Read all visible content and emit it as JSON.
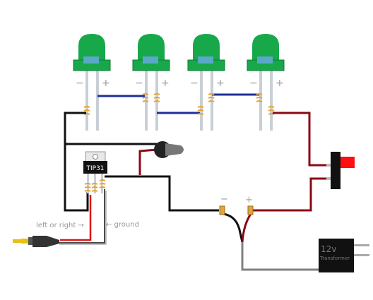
{
  "leds": [
    {
      "minus": "−",
      "plus": "+"
    },
    {
      "minus": "−",
      "plus": "+"
    },
    {
      "minus": "−",
      "plus": "+"
    },
    {
      "minus": "−",
      "plus": "+"
    }
  ],
  "transistor": {
    "label": "TIP31"
  },
  "labels": {
    "left_or_right": "left or right →",
    "ground": "← ground",
    "terminal_minus": "−",
    "terminal_plus": "+"
  },
  "transformer": {
    "voltage": "12v",
    "name": "Transformer"
  },
  "colors": {
    "led_green": "#17a84a",
    "led_green_dark": "#0f7a34",
    "led_leg": "#c9cfd6",
    "wire_blue": "#1f2f9a",
    "wire_darkred": "#8b0a14",
    "wire_black": "#111111",
    "wire_red": "#e01414",
    "wire_gray": "#808080",
    "solder": "#e3a53a",
    "switch_red": "#ff1010"
  }
}
